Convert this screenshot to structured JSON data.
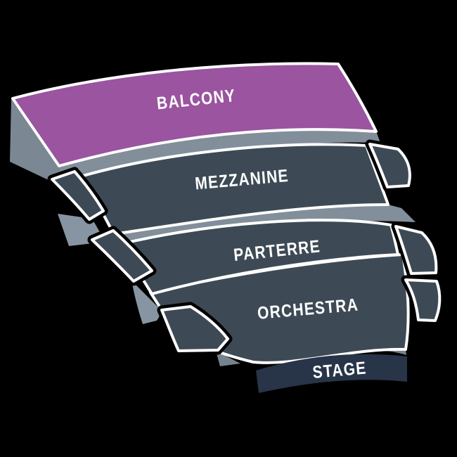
{
  "page": {
    "background": "#000000"
  },
  "seating_chart": {
    "outline_color": "#ffffff",
    "label_color": "#ffffff",
    "depth_colors": {
      "wall": "#7b8792",
      "strip": "#828f9a",
      "wedge": "#8695a1",
      "wedge_dark": "#76838e"
    },
    "sections": [
      {
        "id": "balcony",
        "label": "BALCONY",
        "fill": "#9a54a0"
      },
      {
        "id": "mezzanine",
        "label": "MEZZANINE",
        "fill": "#3d4a56"
      },
      {
        "id": "parterre",
        "label": "PARTERRE",
        "fill": "#3d4a56"
      },
      {
        "id": "orchestra",
        "label": "ORCHESTRA",
        "fill": "#3d4a56"
      },
      {
        "id": "stage",
        "label": "STAGE",
        "fill": "#283447"
      }
    ]
  }
}
